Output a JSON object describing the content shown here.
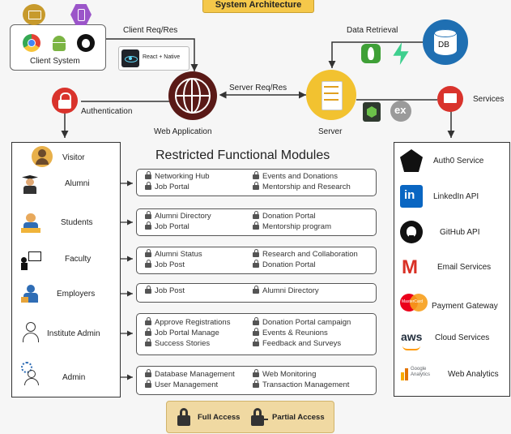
{
  "title": "System Architecture",
  "client": {
    "label": "Client System",
    "react_label": "React + Native",
    "req_res": "Client Req/Res"
  },
  "db": {
    "label": "DB",
    "retrieval": "Data Retrieval"
  },
  "web_app": {
    "label": "Web Application"
  },
  "server": {
    "label": "Server",
    "req_res": "Server Req/Res",
    "ex_label": "ex"
  },
  "auth": {
    "label": "Authentication"
  },
  "services": {
    "label": "Services"
  },
  "modules_title": "Restricted Functional Modules",
  "roles": [
    "Visitor",
    "Alumni",
    "Students",
    "Faculty",
    "Employers",
    "Institute Admin",
    "Admin"
  ],
  "modules": [
    {
      "left": [
        "Networking Hub",
        "Job Portal"
      ],
      "right": [
        "Events and Donations",
        "Mentorship and Research"
      ]
    },
    {
      "left": [
        "Alumni Directory",
        "Job Portal"
      ],
      "right": [
        "Donation Portal",
        "Mentorship program"
      ]
    },
    {
      "left": [
        "Alumni Status",
        "Job Post"
      ],
      "right": [
        "Research and Collaboration",
        "Donation Portal"
      ]
    },
    {
      "left": [
        "Job Post"
      ],
      "right": [
        "Alumni Directory"
      ]
    },
    {
      "left": [
        "Approve Registrations",
        "Job Portal Manage",
        "Success Stories"
      ],
      "right": [
        "Donation Portal campaign",
        "Events & Reunions",
        "Feedback and Surveys"
      ]
    },
    {
      "left": [
        "Database Management",
        "User Management"
      ],
      "right": [
        "Web Monitoring",
        "Transaction Management"
      ]
    }
  ],
  "external_services": [
    {
      "name": "Auth0 Service",
      "icon": "auth0-icon"
    },
    {
      "name": "LinkedIn API",
      "icon": "linkedin-icon",
      "icon_text": "in"
    },
    {
      "name": "GitHub API",
      "icon": "github-icon"
    },
    {
      "name": "Email Services",
      "icon": "gmail-icon",
      "icon_text": "M"
    },
    {
      "name": "Payment Gateway",
      "icon": "mastercard-icon",
      "icon_text": "MasterCard"
    },
    {
      "name": "Cloud Services",
      "icon": "aws-icon",
      "icon_text": "aws"
    },
    {
      "name": "Web Analytics",
      "icon": "google-analytics-icon",
      "icon_text": "Google Analytics"
    }
  ],
  "legend": {
    "full": "Full Access",
    "partial": "Partial Access"
  },
  "colors": {
    "accent": "#f5c84a",
    "server": "#f2c230",
    "auth_red": "#d9332c",
    "web_dark": "#5a1a17",
    "db_blue": "#1f6fb2",
    "arrow": "#333333"
  }
}
